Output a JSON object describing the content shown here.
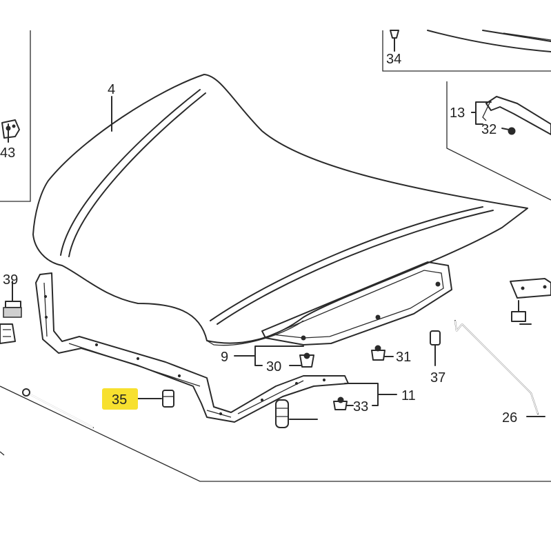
{
  "diagram": {
    "callouts": {
      "c4": "4",
      "c9": "9",
      "c11": "11",
      "c13": "13",
      "c26": "26",
      "c30": "30",
      "c31": "31",
      "c32": "32",
      "c33": "33",
      "c34": "34",
      "c35": "35",
      "c37": "37",
      "c39": "39",
      "c43": "43"
    },
    "highlight_color": "#f7e02f"
  }
}
